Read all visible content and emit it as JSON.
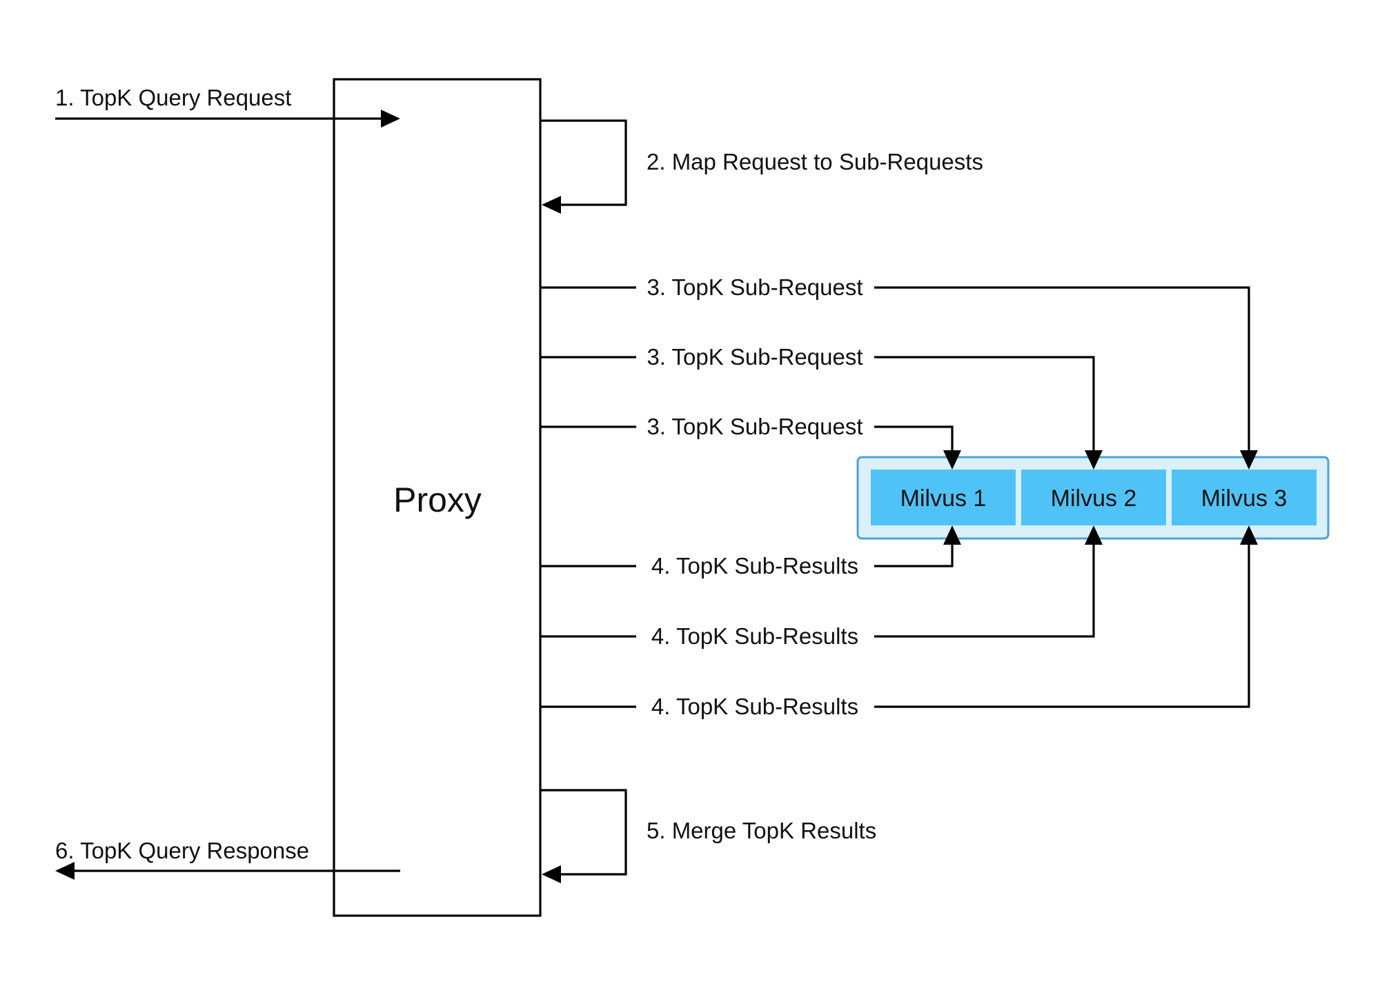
{
  "diagram": {
    "proxy": {
      "label": "Proxy"
    },
    "cluster": {
      "fill_color": "#daf0fb",
      "border_color": "#4ba3d6",
      "node_color": "#4fc3f7",
      "nodes": [
        {
          "label": "Milvus 1"
        },
        {
          "label": "Milvus 2"
        },
        {
          "label": "Milvus 3"
        }
      ]
    },
    "steps": {
      "query_request": "1. TopK Query Request",
      "map_request": "2. Map Request to Sub-Requests",
      "sub_requests": [
        "3. TopK Sub-Request",
        "3. TopK Sub-Request",
        "3. TopK Sub-Request"
      ],
      "sub_results": [
        "4. TopK Sub-Results",
        "4. TopK Sub-Results",
        "4. TopK Sub-Results"
      ],
      "merge_results": "5. Merge TopK Results",
      "query_response": "6. TopK Query Response"
    }
  }
}
